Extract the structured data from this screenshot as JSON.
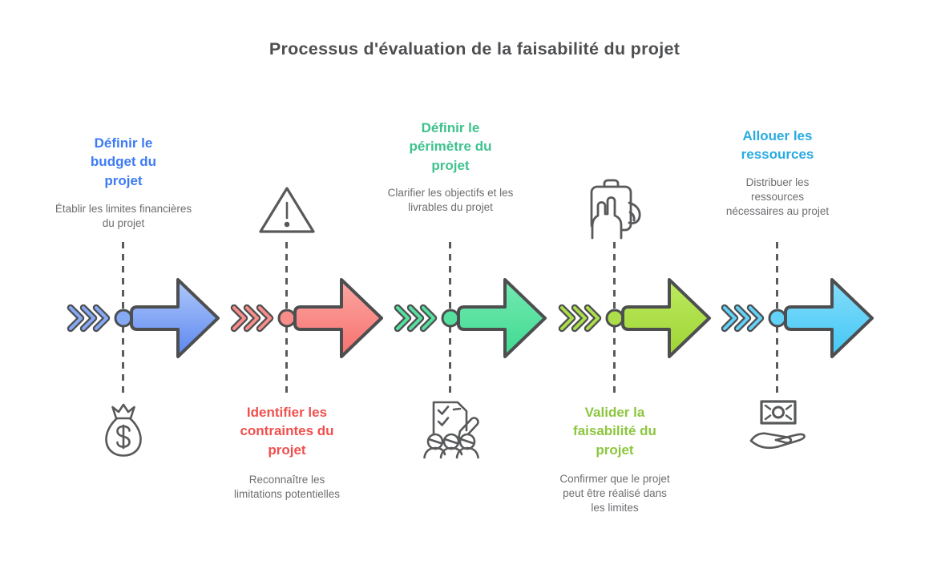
{
  "title": "Processus d'évaluation de la faisabilité du projet",
  "colors": {
    "heading_text": "#4E4F51",
    "description_text": "#6D6E71",
    "icon_stroke": "#58595B",
    "arrow_outline": "#4D4E50",
    "background": "#FFFFFF"
  },
  "steps": [
    {
      "title": "Définir le budget du projet",
      "description": "Établir les limites financières du projet",
      "accent": "#3D7BF4",
      "arrow_top": "#AFC9FA",
      "arrow_bottom": "#5C86F0",
      "arrow_mid": "#86A9F6",
      "icon": "money-bag-icon",
      "icon_position": "below",
      "text_position": "above"
    },
    {
      "title": "Identifier les contraintes du projet",
      "description": "Reconnaître les limitations potentielles",
      "accent": "#F0504E",
      "arrow_top": "#FBA7A2",
      "arrow_bottom": "#F7706E",
      "arrow_mid": "#F98D89",
      "icon": "warning-triangle-icon",
      "icon_position": "above",
      "text_position": "below"
    },
    {
      "title": "Définir le périmètre du projet",
      "description": "Clarifier les objectifs et les livrables du projet",
      "accent": "#3EC28E",
      "arrow_top": "#75EAB1",
      "arrow_bottom": "#3FD991",
      "arrow_mid": "#55E09F",
      "icon": "team-checklist-icon",
      "icon_position": "below",
      "text_position": "above"
    },
    {
      "title": "Valider la faisabilité du projet",
      "description": "Confirmer que le projet peut être réalisé dans les limites",
      "accent": "#8CC63E",
      "arrow_top": "#BDEA5F",
      "arrow_bottom": "#9ED434",
      "arrow_mid": "#ABDE49",
      "icon": "clipboard-hand-icon",
      "icon_position": "above",
      "text_position": "below"
    },
    {
      "title": "Allouer les ressources",
      "description": "Distribuer les ressources nécessaires au projet",
      "accent": "#29ABE2",
      "arrow_top": "#86DDFA",
      "arrow_bottom": "#42C7F5",
      "arrow_mid": "#62D2F8",
      "icon": "resources-hand-icon",
      "icon_position": "below",
      "text_position": "above"
    }
  ]
}
